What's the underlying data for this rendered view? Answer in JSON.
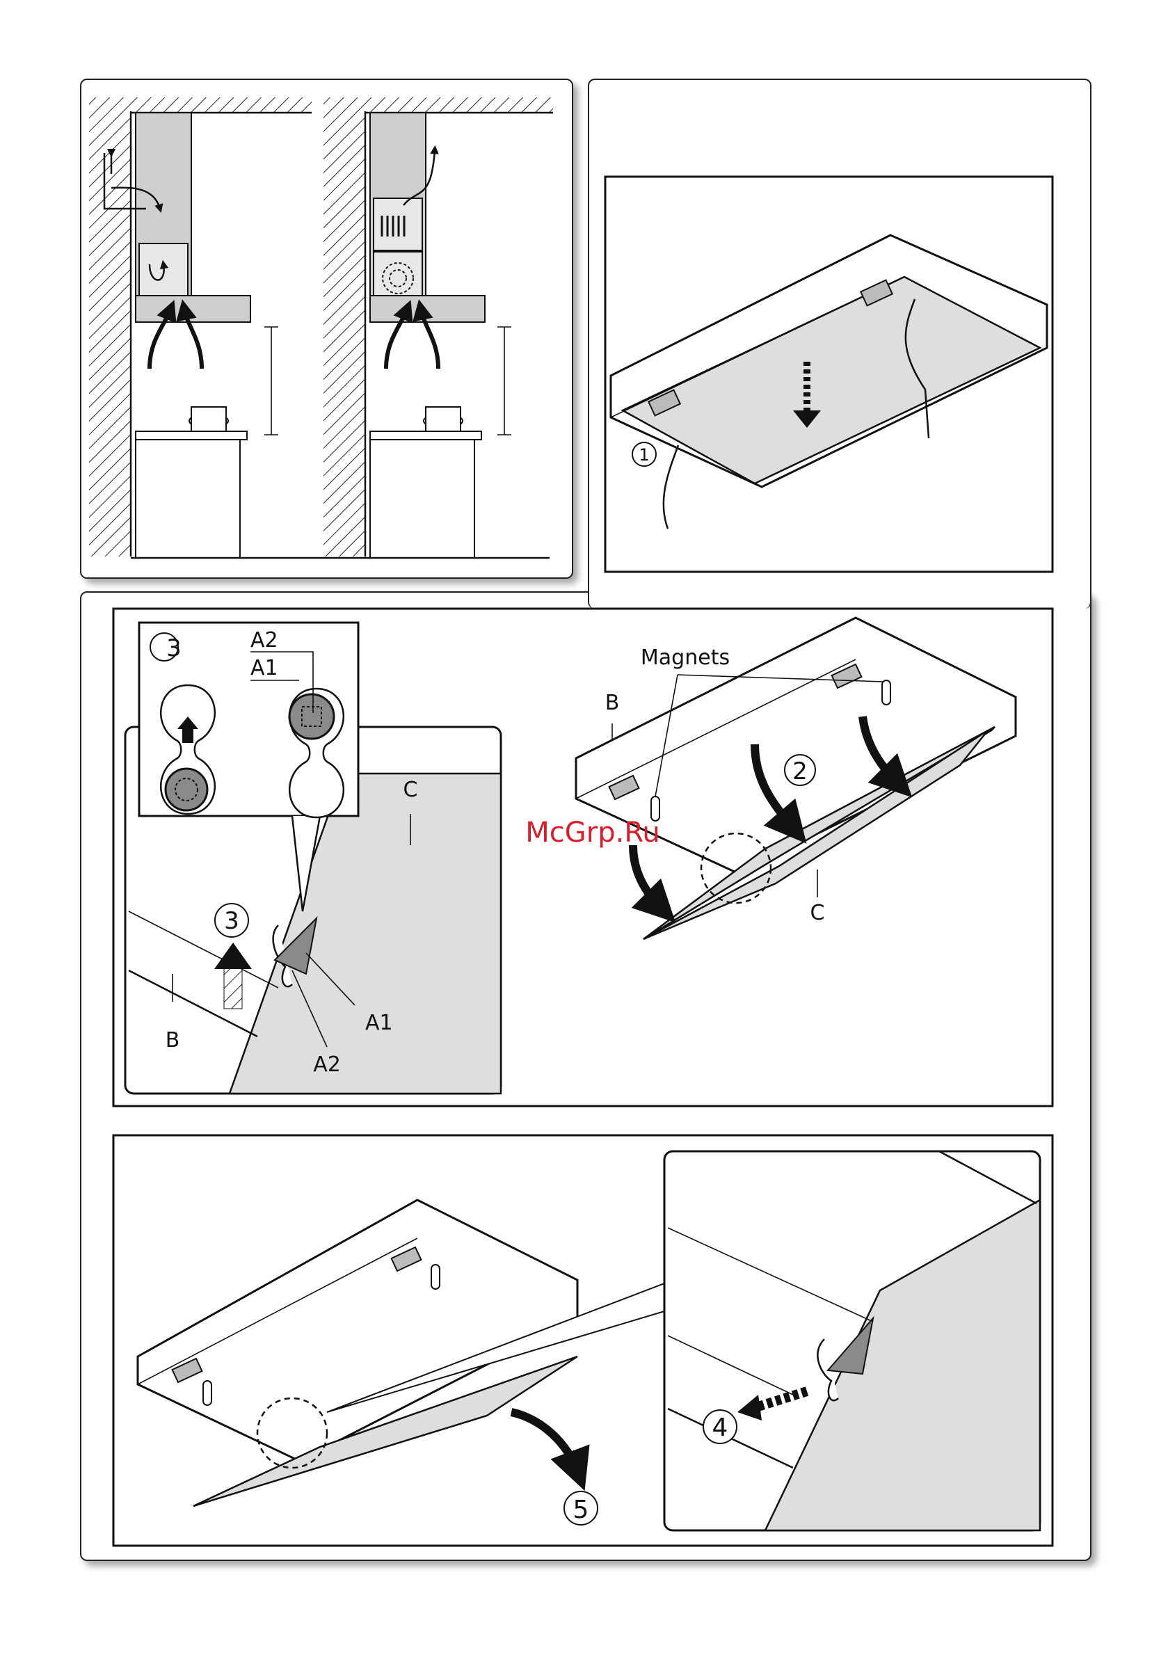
{
  "watermark": "McGrp.Ru",
  "labels": {
    "magnets": "Magnets",
    "b": "B",
    "c": "C",
    "a1": "A1",
    "a2": "A2"
  },
  "steps": {
    "s1": "1",
    "s2": "2",
    "s3": "3",
    "s4": "4",
    "s5": "5"
  },
  "colors": {
    "panel_grey": "#dedede",
    "hood_grey": "#c8c8c8",
    "knob_grey": "#8a8a8a",
    "watermark_red": "#d81e2a"
  }
}
